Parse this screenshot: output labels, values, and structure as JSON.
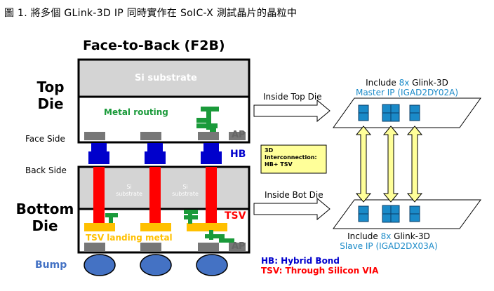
{
  "caption": "圖 1. 將多個 GLink-3D IP 同時實作在 SoIC-X 測試晶片的晶粒中",
  "title": "Face-to-Back (F2B)",
  "top_die_label": "Top\nDie",
  "bottom_die_label": "Bottom\nDie",
  "face_side_label": "Face Side",
  "back_side_label": "Back Side",
  "bump_label": "Bump",
  "si_substrate_top": "Si substrate",
  "metal_routing": "Metal routing",
  "ap_label": "AP",
  "hb_label": "HB",
  "si_substrate_small": "Si\nsubstrate",
  "tsv_label": "TSV",
  "tsv_landing_metal": "TSV landing metal",
  "inside_top_die": "Inside Top Die",
  "inside_bot_die": "Inside Bot Die",
  "interconnect_note": "3D\nInterconnection:\nHB+ TSV",
  "top_ip_line1_pre": "Include ",
  "top_ip_line1_hl": "8x",
  "top_ip_line1_post": " Glink-3D",
  "top_ip_line2": "Master IP (IGAD2DY02A)",
  "bot_ip_line1_pre": "Include ",
  "bot_ip_line1_hl": "8x",
  "bot_ip_line1_post": " Glink-3D",
  "bot_ip_line2": "Slave IP (IGAD2DX03A)",
  "legend_hb": "HB: Hybrid Bond",
  "legend_tsv": "TSV: Through Silicon VIA",
  "colors": {
    "hb_blue": "#0000cc",
    "tsv_red": "#ff0000",
    "metal_green": "#1a9a3a",
    "landing_orange": "#ffc000",
    "substrate_gray": "#d4d4d4",
    "ip_blue": "#1a8ac8",
    "arrow_yellow": "#ffff99"
  }
}
